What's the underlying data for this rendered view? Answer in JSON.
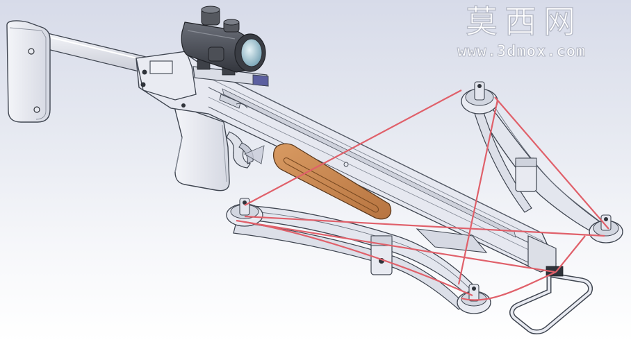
{
  "watermark": {
    "title": "莫西网",
    "url": "www.3dmox.com"
  },
  "colors": {
    "background_top": "#d7dbe9",
    "background_bottom": "#ffffff",
    "frame_fill": "#e6e8f0",
    "frame_stroke": "#3f4550",
    "bowstring": "#e0606a",
    "grip_wood": "#c9874f",
    "scope_body": "#4a4e57",
    "scope_lens": "#a6c7d4"
  },
  "icons": [
    "cad-model-crossbow"
  ]
}
